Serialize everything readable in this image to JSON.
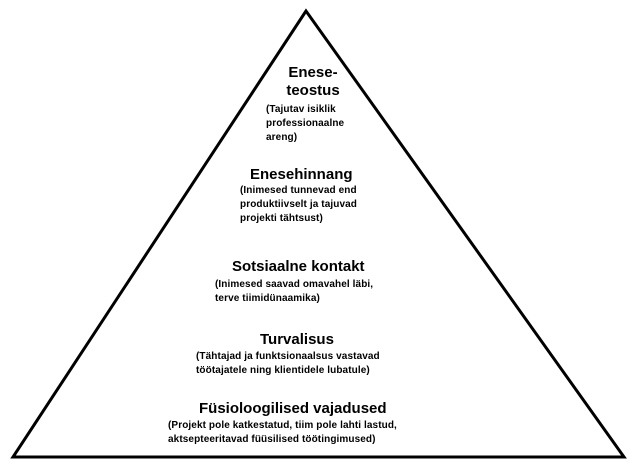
{
  "pyramid": {
    "levels": [
      {
        "title": "Enese-\nteostus",
        "description": "(Tajutav isiklik\nprofessionaalne\nareng)"
      },
      {
        "title": "Enesehinnang",
        "description": "(Inimesed tunnevad end\nproduktiivselt ja tajuvad\nprojekti tähtsust)"
      },
      {
        "title": "Sotsiaalne kontakt",
        "description": "(Inimesed saavad omavahel läbi,\nterve tiimidünaamika)"
      },
      {
        "title": "Turvalisus",
        "description": "(Tähtajad ja funktsionaalsus vastavad\ntöötajatele ning klientidele lubatule)"
      },
      {
        "title": "Füsioloogilised vajadused",
        "description": "(Projekt pole katkestatud, tiim pole lahti lastud,\naktsepteeritavad füüsilised töötingimused)"
      }
    ],
    "colors": {
      "stroke": "#000000",
      "fill": "#ffffff",
      "text": "#000000"
    }
  }
}
